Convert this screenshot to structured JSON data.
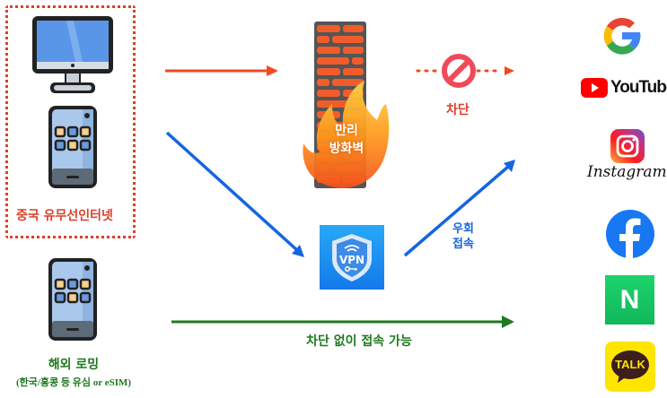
{
  "diagram": {
    "china_group": {
      "label": "중국 유무선인터넷",
      "devices": [
        "desktop-monitor",
        "smartphone"
      ]
    },
    "roaming_group": {
      "label": "해외 로밍",
      "sublabel": "(한국/홍콩 등 유심 or eSIM)",
      "devices": [
        "smartphone"
      ]
    },
    "firewall": {
      "label_line1": "만리",
      "label_line2": "방화벽"
    },
    "blocked": {
      "label": "차단",
      "icon": "prohibited-icon"
    },
    "vpn": {
      "icon_text": "VPN",
      "label_line1": "우회",
      "label_line2": "접속"
    },
    "direct": {
      "label": "차단 없이 접속 가능"
    },
    "services": [
      {
        "name": "Google",
        "icon": "google-icon"
      },
      {
        "name": "YouTube",
        "icon": "youtube-icon",
        "text": "YouTube"
      },
      {
        "name": "Instagram",
        "icon": "instagram-icon",
        "text": "Instagram"
      },
      {
        "name": "Facebook",
        "icon": "facebook-icon"
      },
      {
        "name": "Naver",
        "icon": "naver-icon",
        "text": "N"
      },
      {
        "name": "KakaoTalk",
        "icon": "kakaotalk-icon",
        "text": "TALK"
      }
    ],
    "colors": {
      "blocked_path": "#f04a1f",
      "vpn_path": "#1565e0",
      "direct_path": "#1e7a1e",
      "china_box": "#d9412a"
    }
  }
}
